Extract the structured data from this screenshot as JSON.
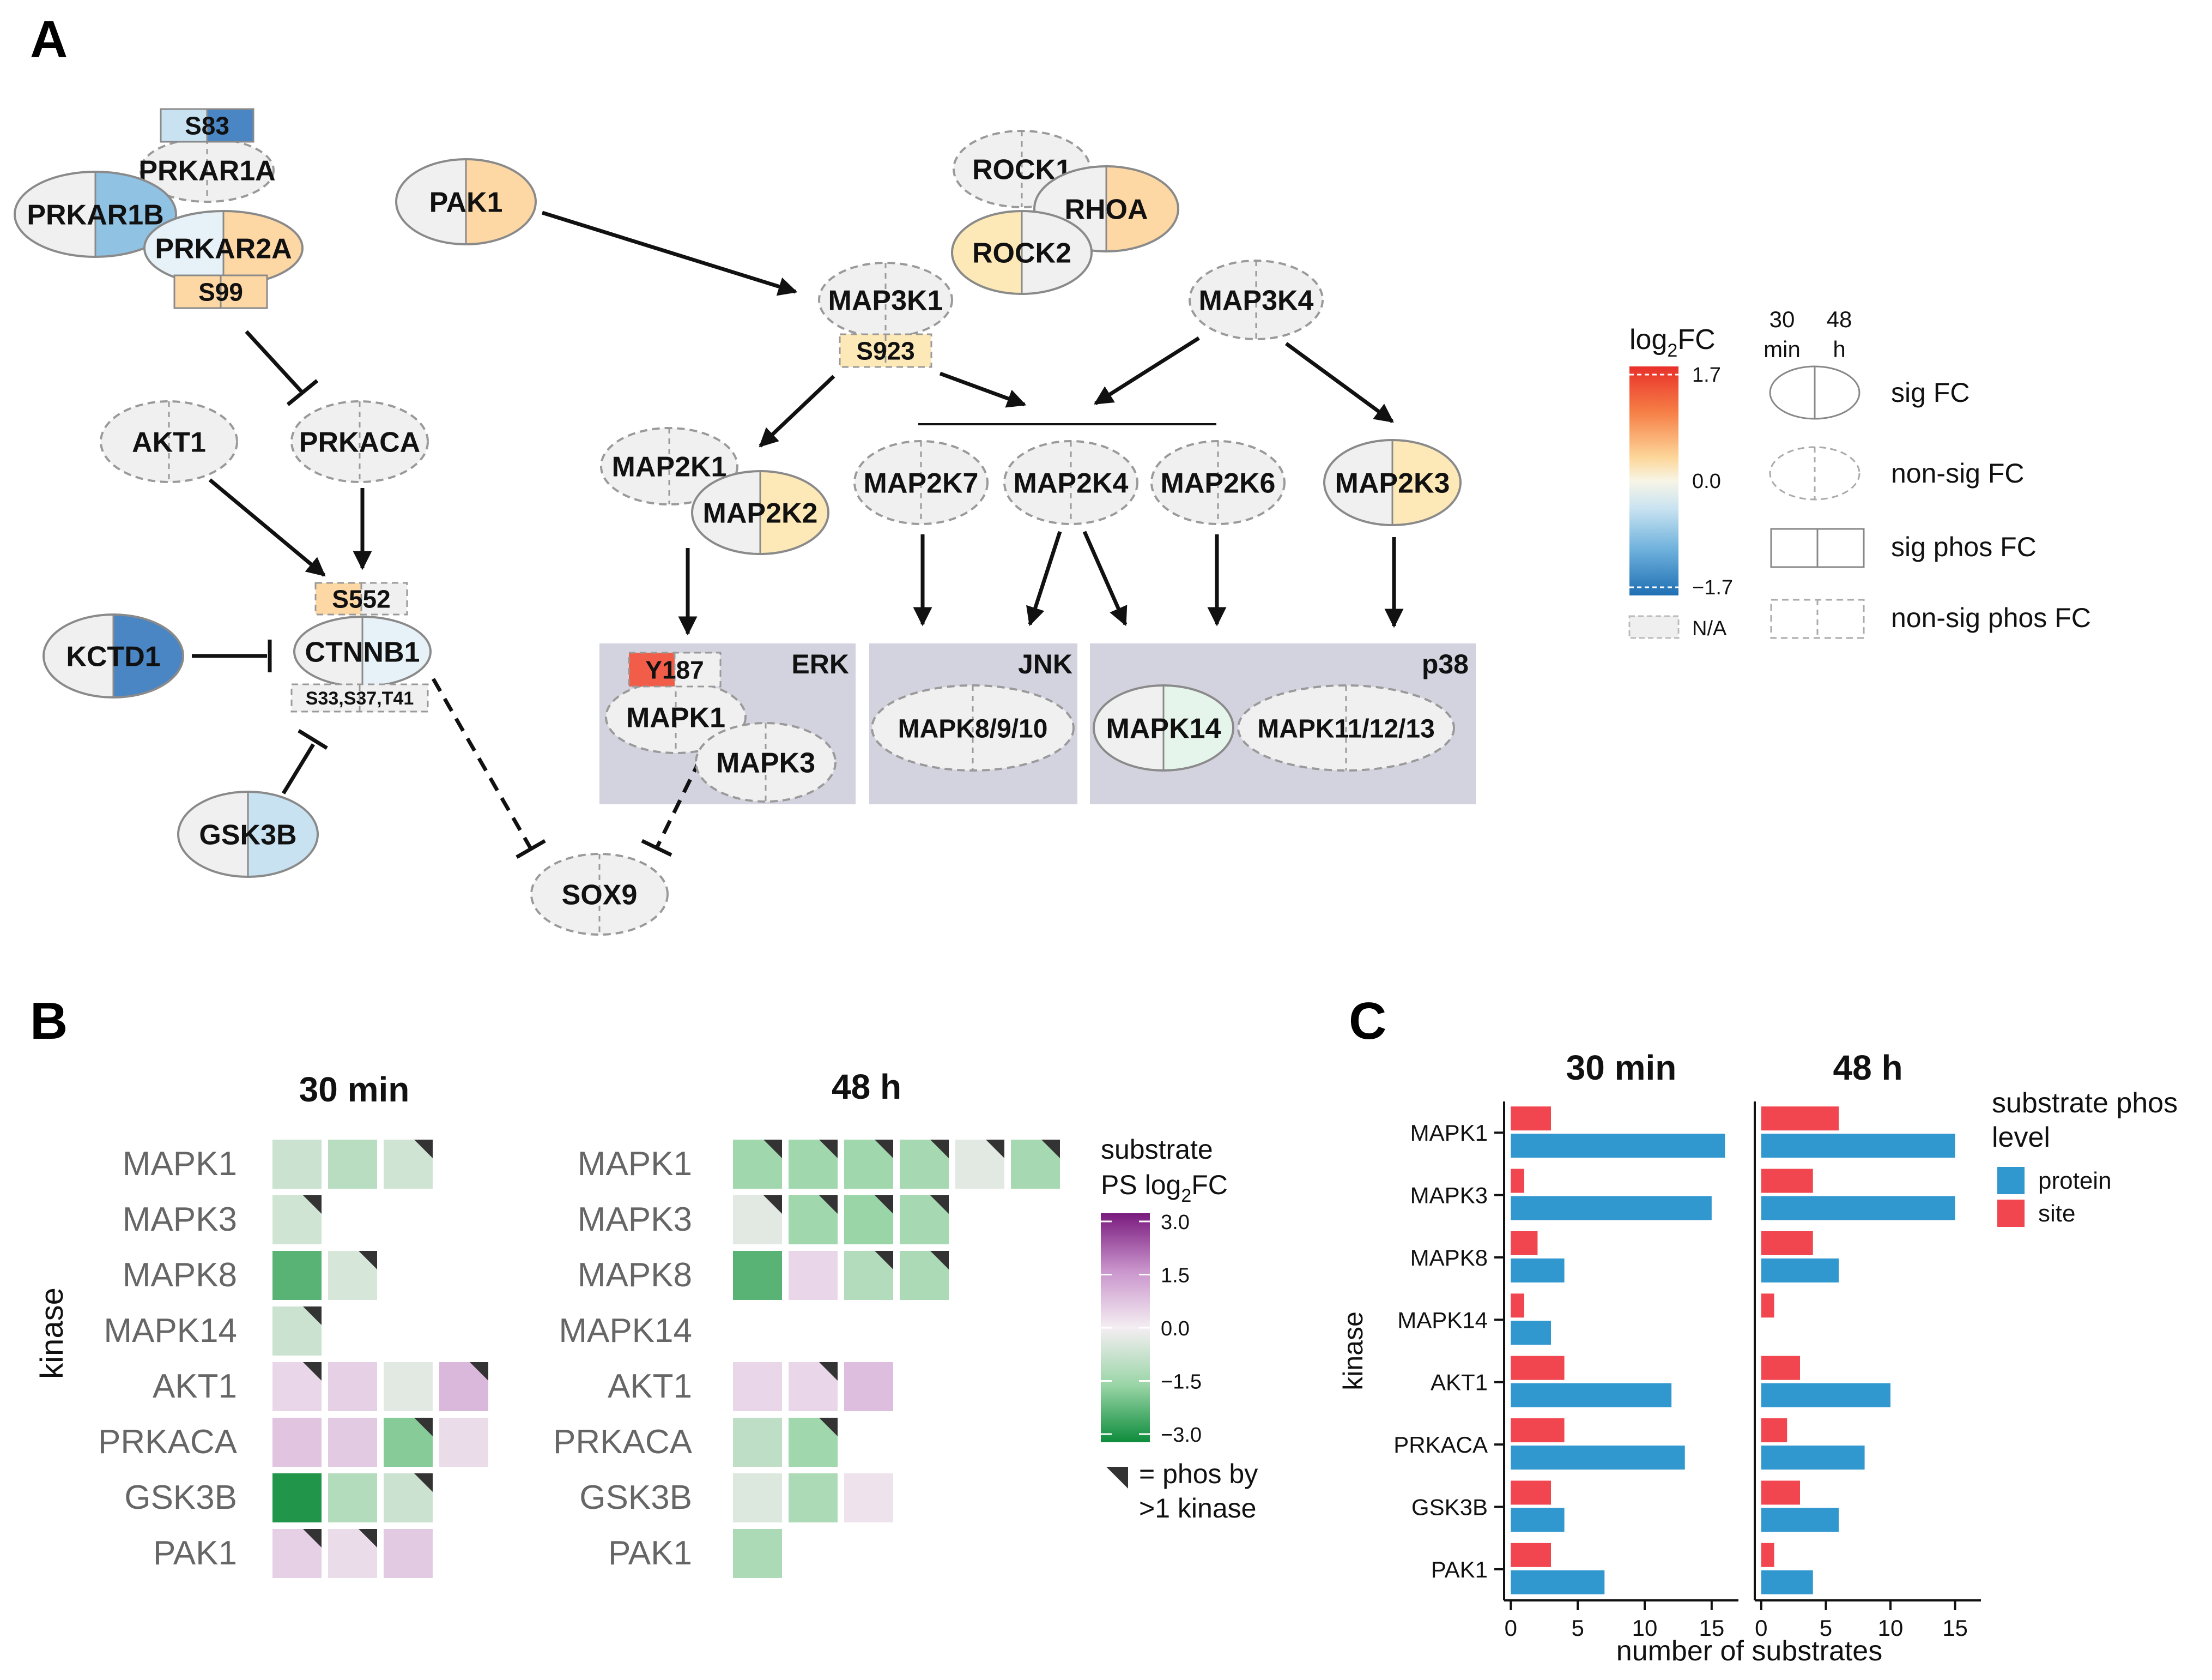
{
  "panels": {
    "a": "A",
    "b": "B",
    "c": "C"
  },
  "colors": {
    "node_grey": "#f0f0f0",
    "dashed_stroke": "#9a9a9a",
    "solid_stroke": "#8a8a8a",
    "blue_dark": "#4a85c4",
    "blue_mid": "#90c2e4",
    "blue_light": "#c8e2f2",
    "blue_pale": "#e6f2f8",
    "orange": "#fdd7a4",
    "yellow": "#fde9b8",
    "mint": "#e6f5ec",
    "red_site": "#f15d48",
    "group_bg": "#d3d2df",
    "bar_protein": "#3198cf",
    "bar_site": "#f1464f"
  },
  "network": {
    "nodes": {
      "prkar1a": "PRKAR1A",
      "prkar1b": "PRKAR1B",
      "prkar2a": "PRKAR2A",
      "pak1": "PAK1",
      "rock1": "ROCK1",
      "rhoa": "RHOA",
      "rock2": "ROCK2",
      "map3k1": "MAP3K1",
      "map3k4": "MAP3K4",
      "akt1": "AKT1",
      "prkaca": "PRKACA",
      "map2k1": "MAP2K1",
      "map2k2": "MAP2K2",
      "map2k7": "MAP2K7",
      "map2k4": "MAP2K4",
      "map2k6": "MAP2K6",
      "map2k3": "MAP2K3",
      "kctd1": "KCTD1",
      "ctnnb1": "CTNNB1",
      "gsk3b": "GSK3B",
      "sox9": "SOX9",
      "mapk1": "MAPK1",
      "mapk3": "MAPK3",
      "mapk8_9_10": "MAPK8/9/10",
      "mapk14": "MAPK14",
      "mapk11_12_13": "MAPK11/12/13"
    },
    "sites": {
      "s83": "S83",
      "s99": "S99",
      "s923": "S923",
      "s552": "S552",
      "s33": "S33,S37,T41",
      "y187": "Y187"
    },
    "groups": {
      "erk": "ERK",
      "jnk": "JNK",
      "p38": "p38"
    }
  },
  "legend_a": {
    "title_main": "log",
    "title_sub": "2",
    "title_end": "FC",
    "scale_max": "1.7",
    "scale_mid": "0.0",
    "scale_min": "−1.7",
    "na": "N/A",
    "col1_top": "30",
    "col1_bottom": "min",
    "col2_top": "48",
    "col2_bottom": "h",
    "sig_fc": "sig FC",
    "nonsig_fc": "non-sig FC",
    "sig_phos": "sig phos FC",
    "nonsig_phos": "non-sig phos FC"
  },
  "heatmap": {
    "axis_label": "kinase",
    "kinases": [
      "MAPK1",
      "MAPK3",
      "MAPK8",
      "MAPK14",
      "AKT1",
      "PRKACA",
      "GSK3B",
      "PAK1"
    ],
    "title_30min": "30 min",
    "title_48h": "48 h",
    "legend_title_1": "substrate",
    "legend_title_2": "PS log",
    "legend_title_sub": "2",
    "legend_title_end": "FC",
    "legend_ticks": [
      "3.0",
      "1.5",
      "0.0",
      "−1.5",
      "−3.0"
    ],
    "legend_range": [
      -3.0,
      3.0
    ],
    "marker_line1": "= phos by",
    "marker_line2": ">1 kinase",
    "cells_30min": [
      [
        {
          "v": -0.7,
          "m": false
        },
        {
          "v": -1.0,
          "m": false
        },
        {
          "v": -0.6,
          "m": true
        }
      ],
      [
        {
          "v": -0.6,
          "m": true
        }
      ],
      [
        {
          "v": -2.2,
          "m": false
        },
        {
          "v": -0.5,
          "m": true
        }
      ],
      [
        {
          "v": -0.7,
          "m": true
        }
      ],
      [
        {
          "v": 0.4,
          "m": true
        },
        {
          "v": 0.5,
          "m": false
        },
        {
          "v": -0.3,
          "m": false
        },
        {
          "v": 0.9,
          "m": true
        }
      ],
      [
        {
          "v": 0.7,
          "m": false
        },
        {
          "v": 0.6,
          "m": false
        },
        {
          "v": -1.7,
          "m": true
        },
        {
          "v": 0.3,
          "m": false
        }
      ],
      [
        {
          "v": -2.8,
          "m": false
        },
        {
          "v": -1.1,
          "m": false
        },
        {
          "v": -0.7,
          "m": true
        }
      ],
      [
        {
          "v": 0.5,
          "m": true
        },
        {
          "v": 0.3,
          "m": true
        },
        {
          "v": 0.6,
          "m": false
        }
      ]
    ],
    "cells_48h": [
      [
        {
          "v": -1.4,
          "m": true
        },
        {
          "v": -1.4,
          "m": true
        },
        {
          "v": -1.4,
          "m": true
        },
        {
          "v": -1.3,
          "m": true
        },
        {
          "v": -0.3,
          "m": true
        },
        {
          "v": -1.3,
          "m": true
        }
      ],
      [
        {
          "v": -0.3,
          "m": true
        },
        {
          "v": -1.4,
          "m": true
        },
        {
          "v": -1.5,
          "m": true
        },
        {
          "v": -1.3,
          "m": true
        }
      ],
      [
        {
          "v": -2.2,
          "m": false
        },
        {
          "v": 0.4,
          "m": false
        },
        {
          "v": -1.1,
          "m": true
        },
        {
          "v": -1.2,
          "m": true
        }
      ],
      [],
      [
        {
          "v": 0.4,
          "m": false
        },
        {
          "v": 0.4,
          "m": true
        },
        {
          "v": 0.8,
          "m": false
        }
      ],
      [
        {
          "v": -0.9,
          "m": false
        },
        {
          "v": -1.4,
          "m": true
        }
      ],
      [
        {
          "v": -0.4,
          "m": false
        },
        {
          "v": -1.2,
          "m": false
        },
        {
          "v": 0.2,
          "m": false
        }
      ],
      [
        {
          "v": -1.2,
          "m": false
        }
      ]
    ]
  },
  "chart_data": {
    "type": "bar",
    "facets": [
      "30 min",
      "48 h"
    ],
    "categories": [
      "MAPK1",
      "MAPK3",
      "MAPK8",
      "MAPK14",
      "AKT1",
      "PRKACA",
      "GSK3B",
      "PAK1"
    ],
    "series": [
      {
        "name": "protein",
        "values_30min": [
          16,
          15,
          4,
          3,
          12,
          13,
          4,
          7
        ],
        "values_48h": [
          15,
          15,
          6,
          0,
          10,
          8,
          6,
          4
        ]
      },
      {
        "name": "site",
        "values_30min": [
          3,
          1,
          2,
          1,
          4,
          4,
          3,
          3
        ],
        "values_48h": [
          6,
          4,
          4,
          1,
          3,
          2,
          3,
          1
        ]
      }
    ],
    "xlabel": "number of substrates",
    "ylabel": "kinase",
    "xticks": [
      0,
      5,
      10,
      15
    ],
    "xlim": [
      -0.5,
      17
    ],
    "legend_title_1": "substrate phos",
    "legend_title_2": "level",
    "legend_placement": "right"
  }
}
